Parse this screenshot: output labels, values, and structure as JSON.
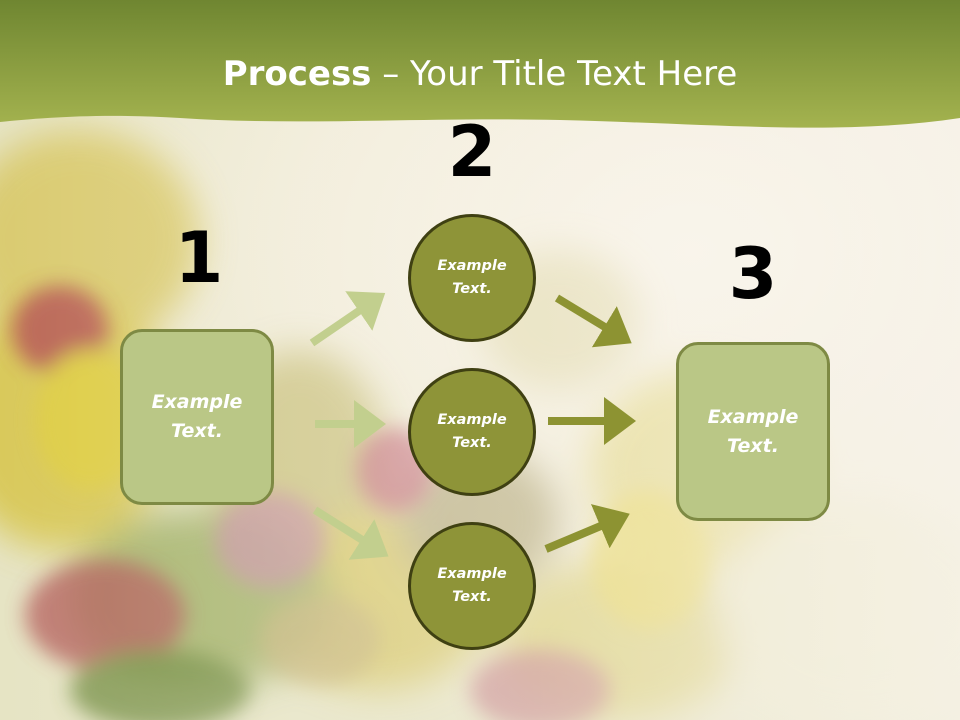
{
  "slide": {
    "title_bold": "Process",
    "title_rest": " – Your Title Text Here",
    "step_numbers": [
      "1",
      "2",
      "3"
    ],
    "box_left_text": "Example\nText.",
    "box_right_text": "Example\nText.",
    "circles": [
      {
        "text": "Example\nText."
      },
      {
        "text": "Example\nText."
      },
      {
        "text": "Example\nText."
      }
    ],
    "colors": {
      "header": "#8fa344",
      "box_fill": "#bac786",
      "box_border": "#7e8a44",
      "circle_fill": "#8e9438",
      "circle_border": "#3f4012",
      "arrow_light": "#c2cf8e",
      "arrow_dark": "#8d9332"
    }
  }
}
